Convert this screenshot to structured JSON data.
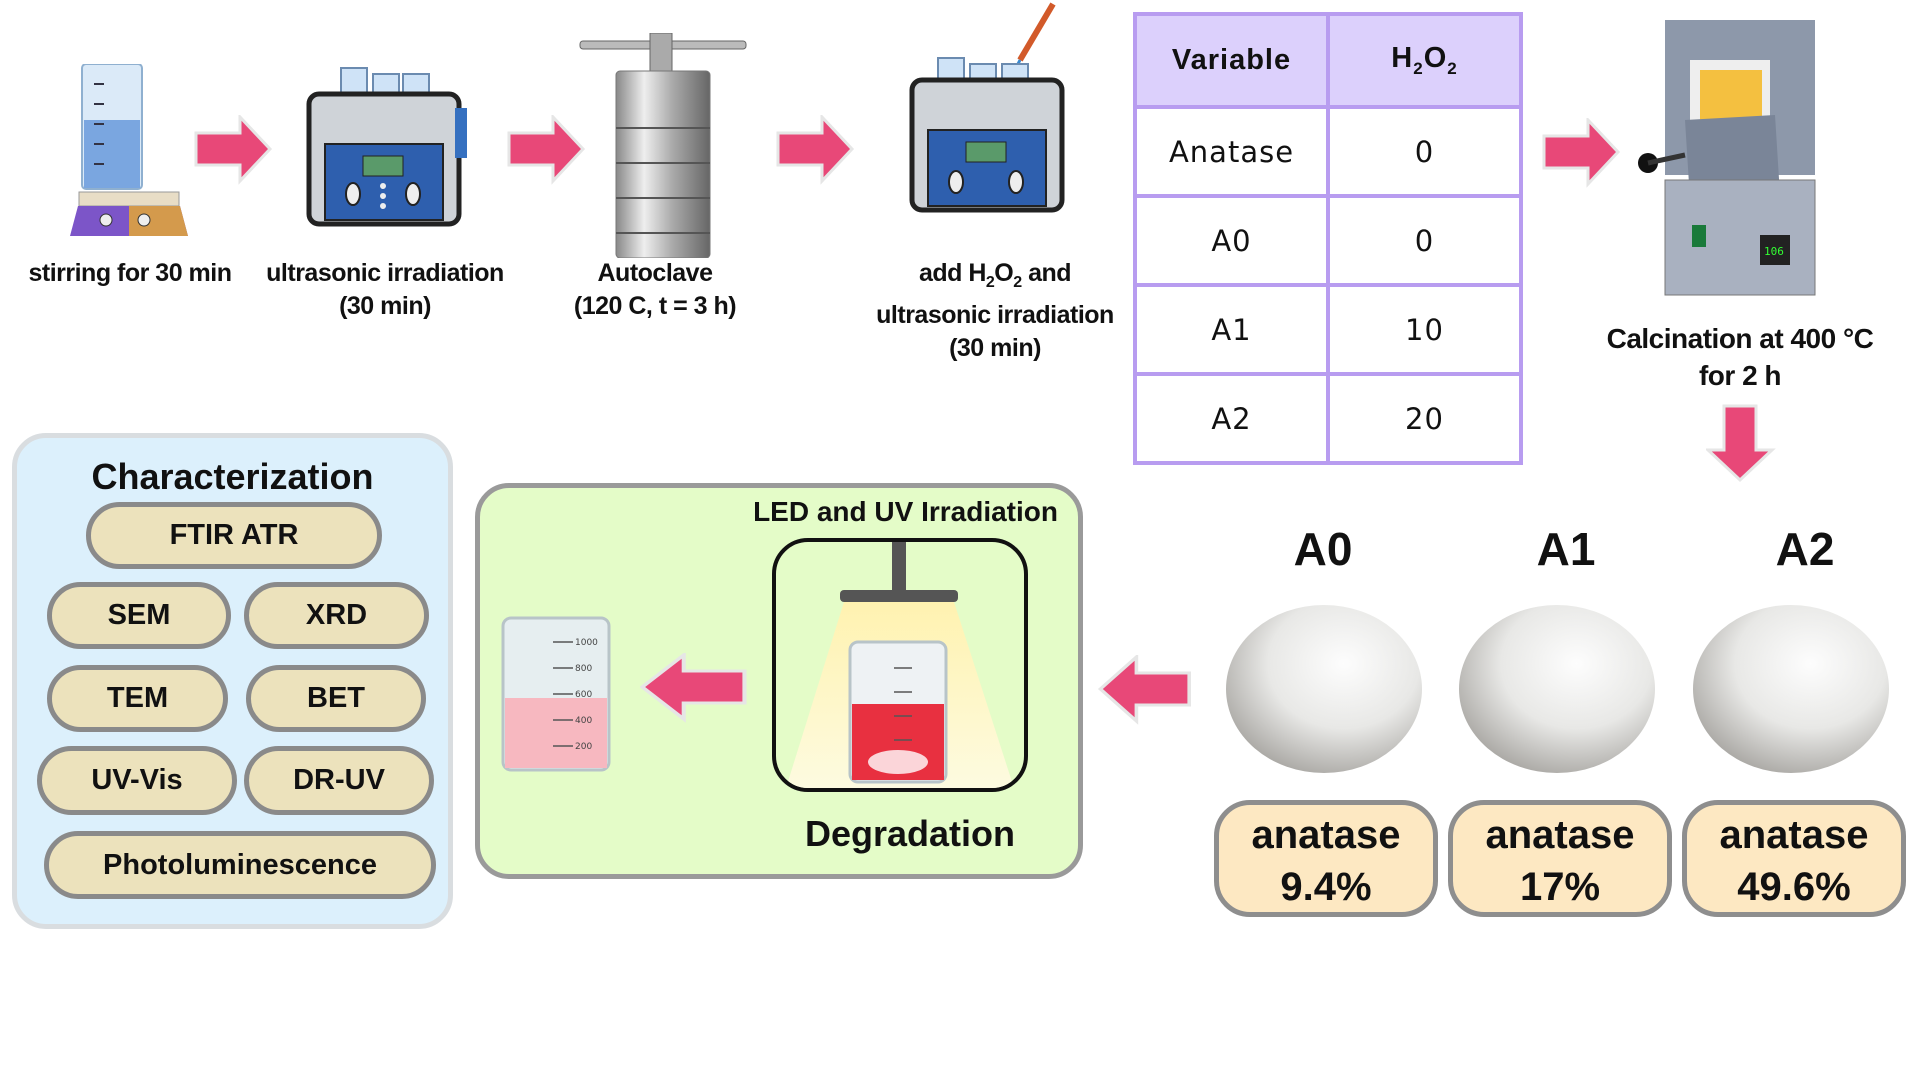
{
  "steps": [
    {
      "line1": "stirring for 30 min",
      "line2": ""
    },
    {
      "line1": "ultrasonic irradiation",
      "line2": "(30 min)"
    },
    {
      "line1": "Autoclave",
      "line2": "(120 C, t = 3 h)"
    },
    {
      "line1_pre": "add H",
      "line1_sub1": "2",
      "line1_mid": "O",
      "line1_sub2": "2",
      "line1_post": " and",
      "line2": "ultrasonic irradiation",
      "line3": "(30 min)"
    }
  ],
  "table": {
    "headers": {
      "variable": "Variable",
      "h2o2_main1": "H",
      "h2o2_sub1": "2",
      "h2o2_main2": "O",
      "h2o2_sub2": "2"
    },
    "rows": [
      {
        "variable": "Anatase",
        "h2o2": "0"
      },
      {
        "variable": "A0",
        "h2o2": "0"
      },
      {
        "variable": "A1",
        "h2o2": "10"
      },
      {
        "variable": "A2",
        "h2o2": "20"
      }
    ]
  },
  "calcination": {
    "line1": "Calcination at 400 °C",
    "line2": "for 2 h"
  },
  "samples": [
    {
      "name": "A0",
      "label": "anatase",
      "percent": "9.4%"
    },
    {
      "name": "A1",
      "label": "anatase",
      "percent": "17%"
    },
    {
      "name": "A2",
      "label": "anatase",
      "percent": "49.6%"
    }
  ],
  "degradation": {
    "title": "LED and UV Irradiation",
    "label": "Degradation",
    "beaker_ticks": [
      "1000",
      "800",
      "600",
      "400",
      "200"
    ]
  },
  "characterization": {
    "title": "Characterization",
    "methods": [
      "FTIR ATR",
      "SEM",
      "XRD",
      "TEM",
      "BET",
      "UV-Vis",
      "DR-UV",
      "Photoluminescence"
    ]
  },
  "colors": {
    "arrow": "#e84878",
    "table_border": "#b89cf0",
    "table_header": "#dcd0fc",
    "char_bg": "#dcf0fc",
    "pill": "#ece2bc",
    "deg_bg": "#e4fcc8",
    "anatase_box": "#fde8c2"
  }
}
